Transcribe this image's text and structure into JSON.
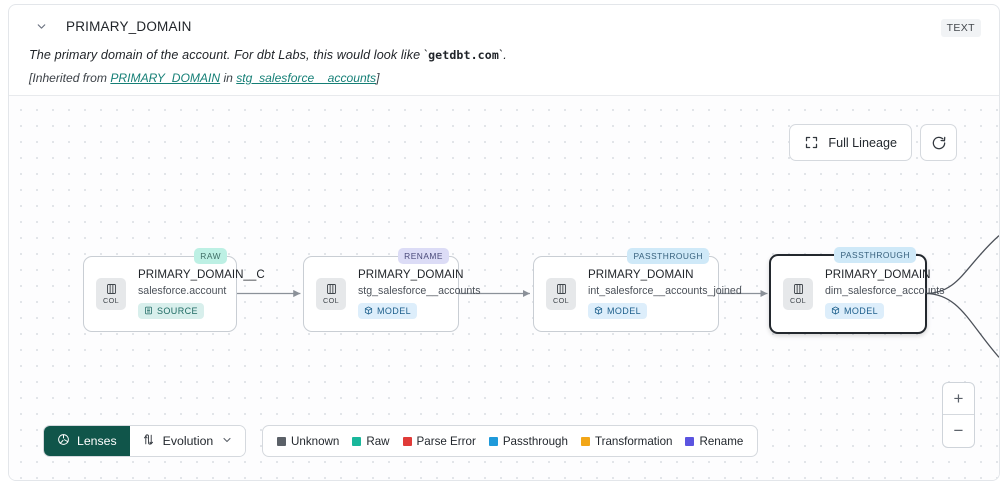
{
  "header": {
    "collapse_icon": "chevron-down-icon",
    "title": "PRIMARY_DOMAIN",
    "type_badge": "TEXT",
    "description_prefix": "The primary domain of the account. For dbt Labs, this would look like `",
    "description_code": "getdbt.com",
    "description_suffix": "`.",
    "inherited_open": "[Inherited from ",
    "inherited_link1": "PRIMARY_DOMAIN",
    "inherited_mid": " in ",
    "inherited_link2": "stg_salesforce__accounts",
    "inherited_close": "]"
  },
  "toolbar": {
    "full_lineage_label": "Full Lineage",
    "full_lineage_icon": "expand-corners-icon",
    "refresh_icon": "refresh-icon"
  },
  "zoom_controls": {
    "zoom_in_label": "+",
    "zoom_out_label": "−"
  },
  "graph": {
    "nodes": [
      {
        "tag": "RAW",
        "tag_kind": "raw",
        "chip_label": "COL",
        "chip_icon": "column-icon",
        "name": "PRIMARY_DOMAIN__C",
        "subtitle": "salesforce.account",
        "kind_label": "SOURCE",
        "kind_class": "source",
        "kind_icon": "database-icon",
        "selected": false
      },
      {
        "tag": "RENAME",
        "tag_kind": "rename",
        "chip_label": "COL",
        "chip_icon": "column-icon",
        "name": "PRIMARY_DOMAIN",
        "subtitle": "stg_salesforce__accounts",
        "kind_label": "MODEL",
        "kind_class": "model",
        "kind_icon": "cube-icon",
        "selected": false
      },
      {
        "tag": "PASSTHROUGH",
        "tag_kind": "pass",
        "chip_label": "COL",
        "chip_icon": "column-icon",
        "name": "PRIMARY_DOMAIN",
        "subtitle": "int_salesforce__accounts_joined",
        "kind_label": "MODEL",
        "kind_class": "model",
        "kind_icon": "cube-icon",
        "selected": false
      },
      {
        "tag": "PASSTHROUGH",
        "tag_kind": "pass",
        "chip_label": "COL",
        "chip_icon": "column-icon",
        "name": "PRIMARY_DOMAIN",
        "subtitle": "dim_salesforce_accounts",
        "kind_label": "MODEL",
        "kind_class": "model",
        "kind_icon": "cube-icon",
        "selected": true
      }
    ]
  },
  "footer": {
    "lenses_label": "Lenses",
    "lenses_icon": "aperture-icon",
    "evolution_label": "Evolution",
    "evolution_icon": "updown-arrows-icon",
    "evolution_caret": "chevron-down-icon",
    "legend": [
      {
        "label": "Unknown",
        "color": "#5b6168"
      },
      {
        "label": "Raw",
        "color": "#19b79b"
      },
      {
        "label": "Parse Error",
        "color": "#e03b38"
      },
      {
        "label": "Passthrough",
        "color": "#1f9ada"
      },
      {
        "label": "Transformation",
        "color": "#f2a617"
      },
      {
        "label": "Rename",
        "color": "#5b54e0"
      }
    ]
  }
}
